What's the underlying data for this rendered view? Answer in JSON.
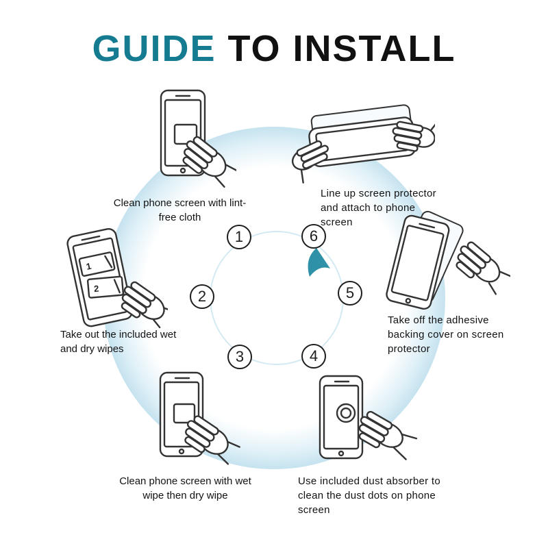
{
  "title": {
    "accent": "GUIDE",
    "rest": " TO INSTALL"
  },
  "colors": {
    "accent_teal": "#147b91",
    "ring_blue": "#b0d8e9",
    "arrow_teal": "#2e91a7",
    "ink": "#141414"
  },
  "icons": {
    "center_arrow": "swoosh-arrow",
    "step_illustrations": [
      "hand-wiping-phone-with-cloth",
      "phone-with-numbered-wipe-packets-and-hand",
      "hand-wiping-phone-with-wet-wipe",
      "hand-placing-dust-absorber-on-phone",
      "hand-peeling-backing-film-off-protector",
      "two-hands-aligning-protector-on-phone"
    ]
  },
  "wipe_labels": [
    "1",
    "2"
  ],
  "steps": [
    {
      "num": "1",
      "caption": "Clean phone screen with lint-free cloth"
    },
    {
      "num": "2",
      "caption": "Take out the included wet and dry wipes"
    },
    {
      "num": "3",
      "caption": "Clean phone screen with wet wipe then dry wipe"
    },
    {
      "num": "4",
      "caption": "Use included dust absorber to clean the dust dots on phone screen"
    },
    {
      "num": "5",
      "caption": "Take off the adhesive backing cover on screen protector"
    },
    {
      "num": "6",
      "caption": "Line up screen protector and attach to phone screen"
    }
  ]
}
